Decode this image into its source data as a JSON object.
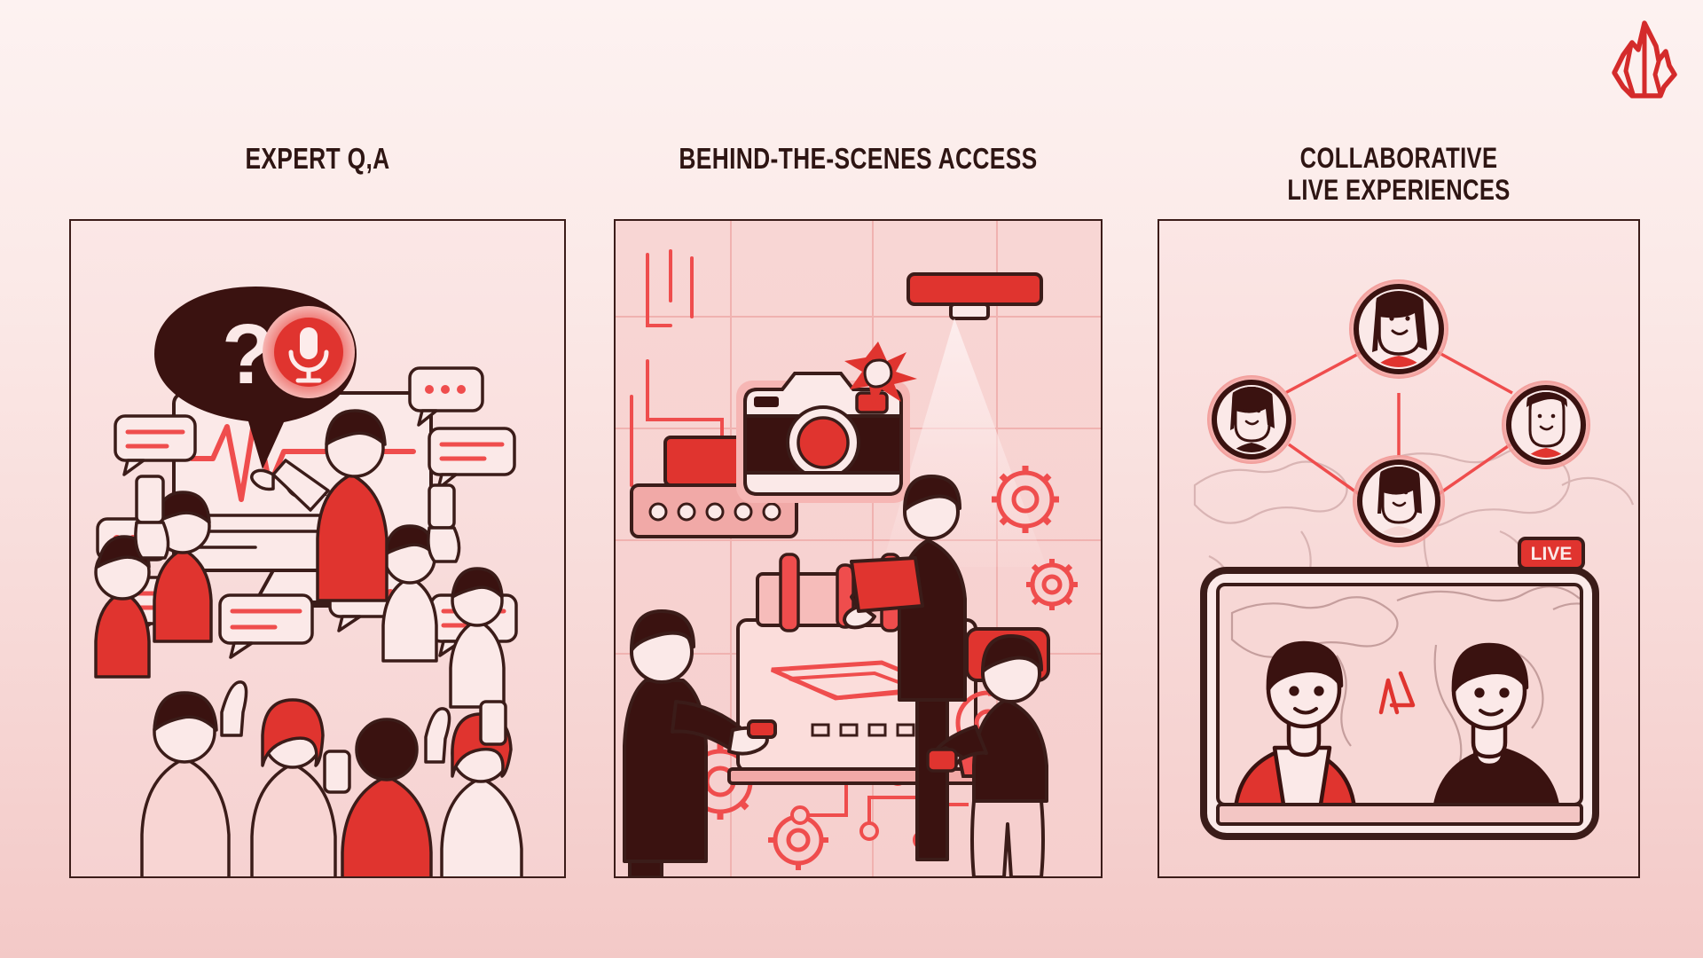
{
  "brand": {
    "logo_icon": "flame-logo-icon",
    "accent": "#d42b2b",
    "accent_light": "#ef4d4d",
    "ink": "#3b1c19",
    "ink_dark": "#2e1513",
    "bg_top": "#fdf2f1",
    "bg_bottom": "#f3c9c7"
  },
  "panels": [
    {
      "id": "expert-qa",
      "title": "EXPERT Q,A",
      "frame_icons": [
        "speech-bubble-question-icon",
        "microphone-icon",
        "presentation-screen-icon",
        "pulse-line-icon",
        "chat-bubble-icon",
        "smartphone-icon",
        "audience-crowd-icon"
      ],
      "art": {
        "bubble_question_mark": "?",
        "chat_bubble_count": 9,
        "audience_count": 11
      }
    },
    {
      "id": "behind-the-scenes",
      "title": "BEHIND-THE-SCENES ACCESS",
      "frame_icons": [
        "camera-icon",
        "camera-flash-icon",
        "play-button-icon",
        "gear-icon",
        "spotlight-icon",
        "machine-console-icon",
        "circuit-lines-icon"
      ],
      "art": {
        "gear_count": 4,
        "worker_count": 3,
        "play_badge": "play-badge-icon"
      }
    },
    {
      "id": "collaborative-live",
      "title": "COLLABORATIVE\nLIVE EXPERIENCES",
      "frame_icons": [
        "avatar-network-icon",
        "world-map-icon",
        "live-badge",
        "video-call-screen-icon"
      ],
      "art": {
        "live_badge_label": "LIVE",
        "avatar_count": 4,
        "call_participants": 2
      }
    }
  ]
}
